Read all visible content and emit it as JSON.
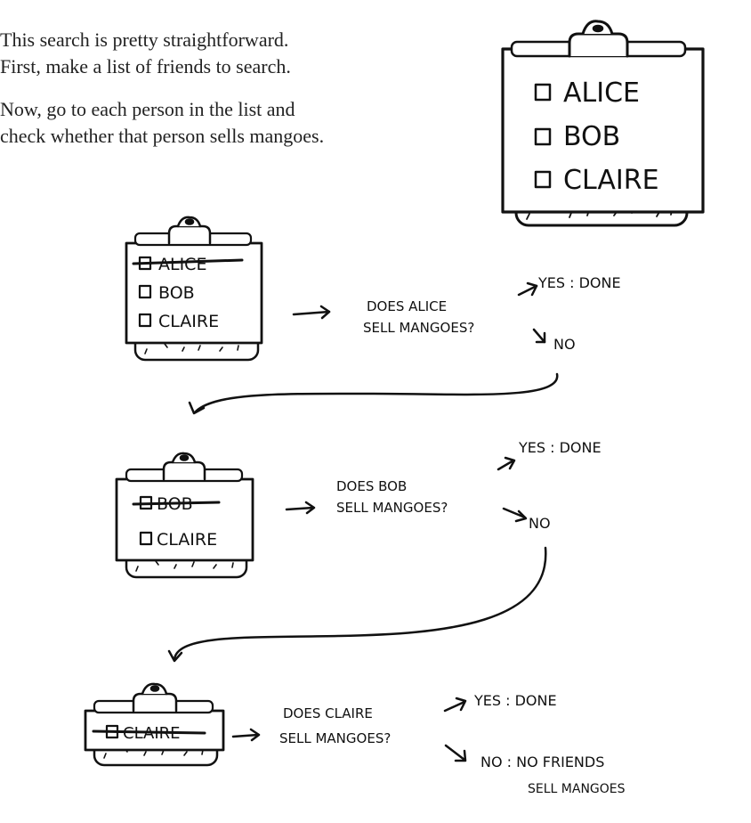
{
  "intro": {
    "line1": "This search is pretty straightforward.",
    "line2": "First, make a list of friends to search.",
    "line3": "Now, go to each person in the list and",
    "line4": "check whether that person sells mangoes."
  },
  "main_list": [
    "ALICE",
    "BOB",
    "CLAIRE"
  ],
  "step1": {
    "list": [
      "ALICE",
      "BOB",
      "CLAIRE"
    ],
    "question_line1": "DOES ALICE",
    "question_line2": "SELL MANGOES?",
    "yes": "YES : DONE",
    "no": "NO"
  },
  "step2": {
    "list": [
      "BOB",
      "CLAIRE"
    ],
    "question_line1": "DOES BOB",
    "question_line2": "SELL MANGOES?",
    "yes": "YES : DONE",
    "no": "NO"
  },
  "step3": {
    "list": [
      "CLAIRE"
    ],
    "question_line1": "DOES CLAIRE",
    "question_line2": "SELL MANGOES?",
    "yes": "YES : DONE",
    "no_line1": "NO : NO FRIENDS",
    "no_line2": "SELL MANGOES"
  }
}
